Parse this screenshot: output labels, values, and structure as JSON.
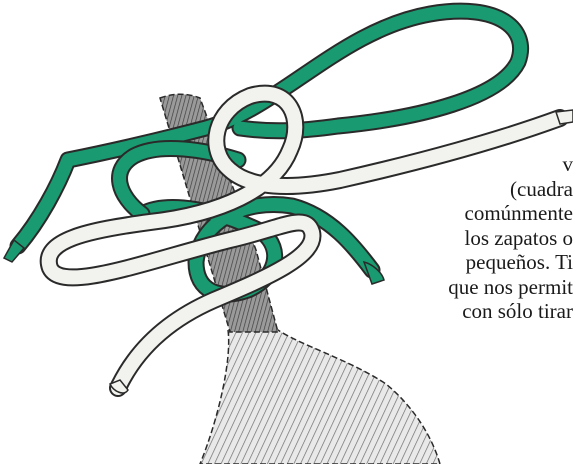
{
  "caption": {
    "lines": [
      "v",
      "(cuadra",
      "comúnmente",
      "los zapatos o",
      "pequeños. Ti",
      "que nos permit",
      "con sólo tirar"
    ]
  },
  "colors": {
    "green_cord": "#1a9a70",
    "white_cord": "#f2f2ee",
    "outline": "#2a2a2a",
    "post_shade": "#7a7a7a"
  },
  "icons": {
    "figure": "knot-illustration"
  }
}
